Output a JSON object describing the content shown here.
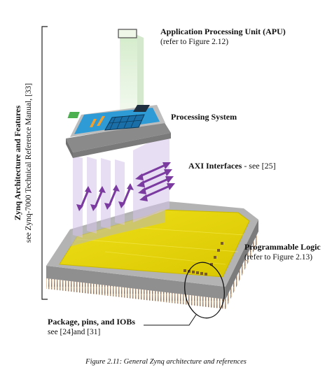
{
  "side_label": {
    "title": "Zynq Architecture and Features",
    "subtitle": "see Zynq-7000 Technical Reference Manual, [33]"
  },
  "labels": {
    "apu": {
      "title": "Application Processing Unit (APU)",
      "sub": "(refer to Figure 2.12)"
    },
    "ps": {
      "title": "Processing System"
    },
    "axi": {
      "title": "AXI Interfaces",
      "sub": " - see [25]"
    },
    "pl": {
      "title": "Programmable Logic",
      "sub": "(refer to Figure 2.13)"
    },
    "pkg": {
      "title": "Package, pins, and IOBs",
      "sub": "see [24]and [31]"
    }
  },
  "caption": "Figure 2.11:  General Zynq architecture and references",
  "colors": {
    "pcb": "#a9a9a9",
    "fabric": "#e8d800",
    "ps_board": "#2e9bd6",
    "apu_column": "#bfe3b0",
    "axi_arrow": "#7a3aa0",
    "pins": "#c97c3a"
  }
}
